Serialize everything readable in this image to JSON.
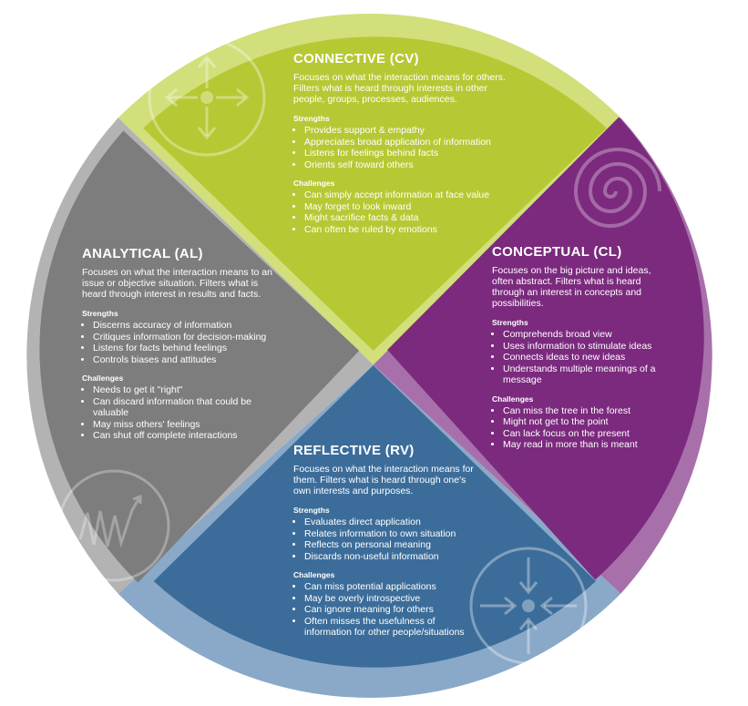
{
  "colors": {
    "connective": "#b6c934",
    "connective_rim": "#d2df7a",
    "conceptual": "#7b2a7e",
    "conceptual_rim": "#a870ab",
    "reflective": "#3c6d9a",
    "reflective_rim": "#8aa9c8",
    "analytical": "#7d7d7d",
    "analytical_rim": "#b3b3b3"
  },
  "quadrants": {
    "connective": {
      "title": "CONNECTIVE (CV)",
      "description": "Focuses on what the interaction means for others. Filters what is heard through interests in other people, groups, processes, audiences.",
      "strengths_label": "Strengths",
      "strengths": [
        "Provides support & empathy",
        "Appreciates broad application of information",
        "Listens for feelings behind facts",
        "Orients self toward others"
      ],
      "challenges_label": "Challenges",
      "challenges": [
        "Can simply accept information at face value",
        "May forget to look inward",
        "Might sacrifice facts & data",
        "Can often be ruled by emotions"
      ],
      "icon": "arrows-outward-icon"
    },
    "conceptual": {
      "title": "CONCEPTUAL (CL)",
      "description": "Focuses on the big picture and ideas, often abstract. Filters what is heard through an interest in concepts and possibilities.",
      "strengths_label": "Strengths",
      "strengths": [
        "Comprehends broad view",
        "Uses information to stimulate ideas",
        "Connects ideas to new ideas",
        "Understands multiple meanings of a message"
      ],
      "challenges_label": "Challenges",
      "challenges": [
        "Can miss the tree in the forest",
        "Might not get to the point",
        "Can lack focus on the present",
        "May read in more than is meant"
      ],
      "icon": "spiral-icon"
    },
    "reflective": {
      "title": "REFLECTIVE (RV)",
      "description": "Focuses on what the interaction means for them. Filters what is heard through one's own interests and purposes.",
      "strengths_label": "Strengths",
      "strengths": [
        "Evaluates direct application",
        "Relates information to own situation",
        "Reflects on personal meaning",
        "Discards non-useful information"
      ],
      "challenges_label": "Challenges",
      "challenges": [
        "Can miss potential applications",
        "May be overly introspective",
        "Can ignore meaning for others",
        "Often misses the usefulness of information for other people/situations"
      ],
      "icon": "arrows-inward-icon"
    },
    "analytical": {
      "title": "ANALYTICAL (AL)",
      "description": "Focuses on what the interaction means to an issue or objective situation. Filters what is heard through interest in results and facts.",
      "strengths_label": "Strengths",
      "strengths": [
        "Discerns accuracy of information",
        "Critiques information for decision-making",
        "Listens for facts behind feelings",
        "Controls biases and attitudes"
      ],
      "challenges_label": "Challenges",
      "challenges": [
        "Needs to get it \"right\"",
        "Can discard information that could be valuable",
        "May miss others' feelings",
        "Can shut off complete interactions"
      ],
      "icon": "line-graph-icon"
    }
  }
}
